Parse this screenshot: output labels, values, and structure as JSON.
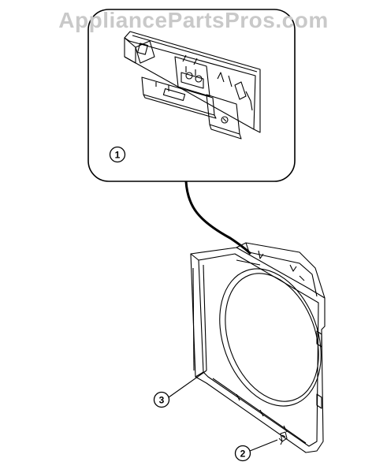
{
  "watermark": "AppliancePartsPros.com",
  "callouts": [
    {
      "id": "callout-1",
      "label": "1"
    },
    {
      "id": "callout-2",
      "label": "2"
    },
    {
      "id": "callout-3",
      "label": "3"
    }
  ],
  "colors": {
    "line": "#000000",
    "watermark": "#c9c9c9",
    "background": "#ffffff"
  },
  "parts": [
    "control-panel-assembly",
    "clip",
    "front-panel-frame"
  ]
}
